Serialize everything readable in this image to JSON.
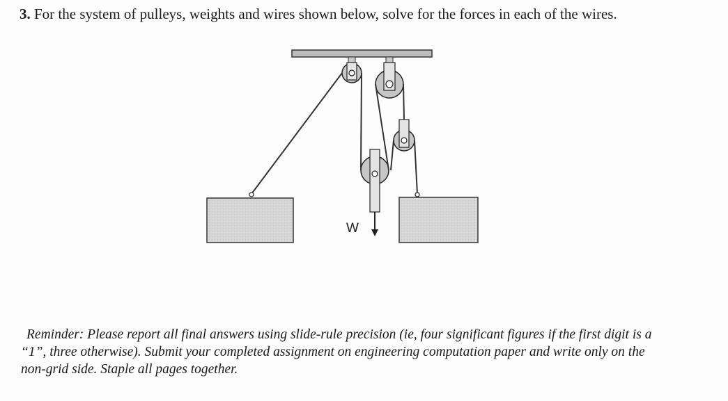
{
  "question": {
    "number": "3.",
    "text": "For the system of pulleys, weights and wires shown below, solve for the forces in each of the wires."
  },
  "figure": {
    "weight_label": "W"
  },
  "reminder": {
    "line1": "Reminder: Please report all final answers using slide-rule precision (ie, four significant figures if the first digit is a",
    "line2": "“1”, three otherwise). Submit your completed assignment on engineering computation paper and write only on the",
    "line3": "non-grid side. Staple all pages together."
  }
}
